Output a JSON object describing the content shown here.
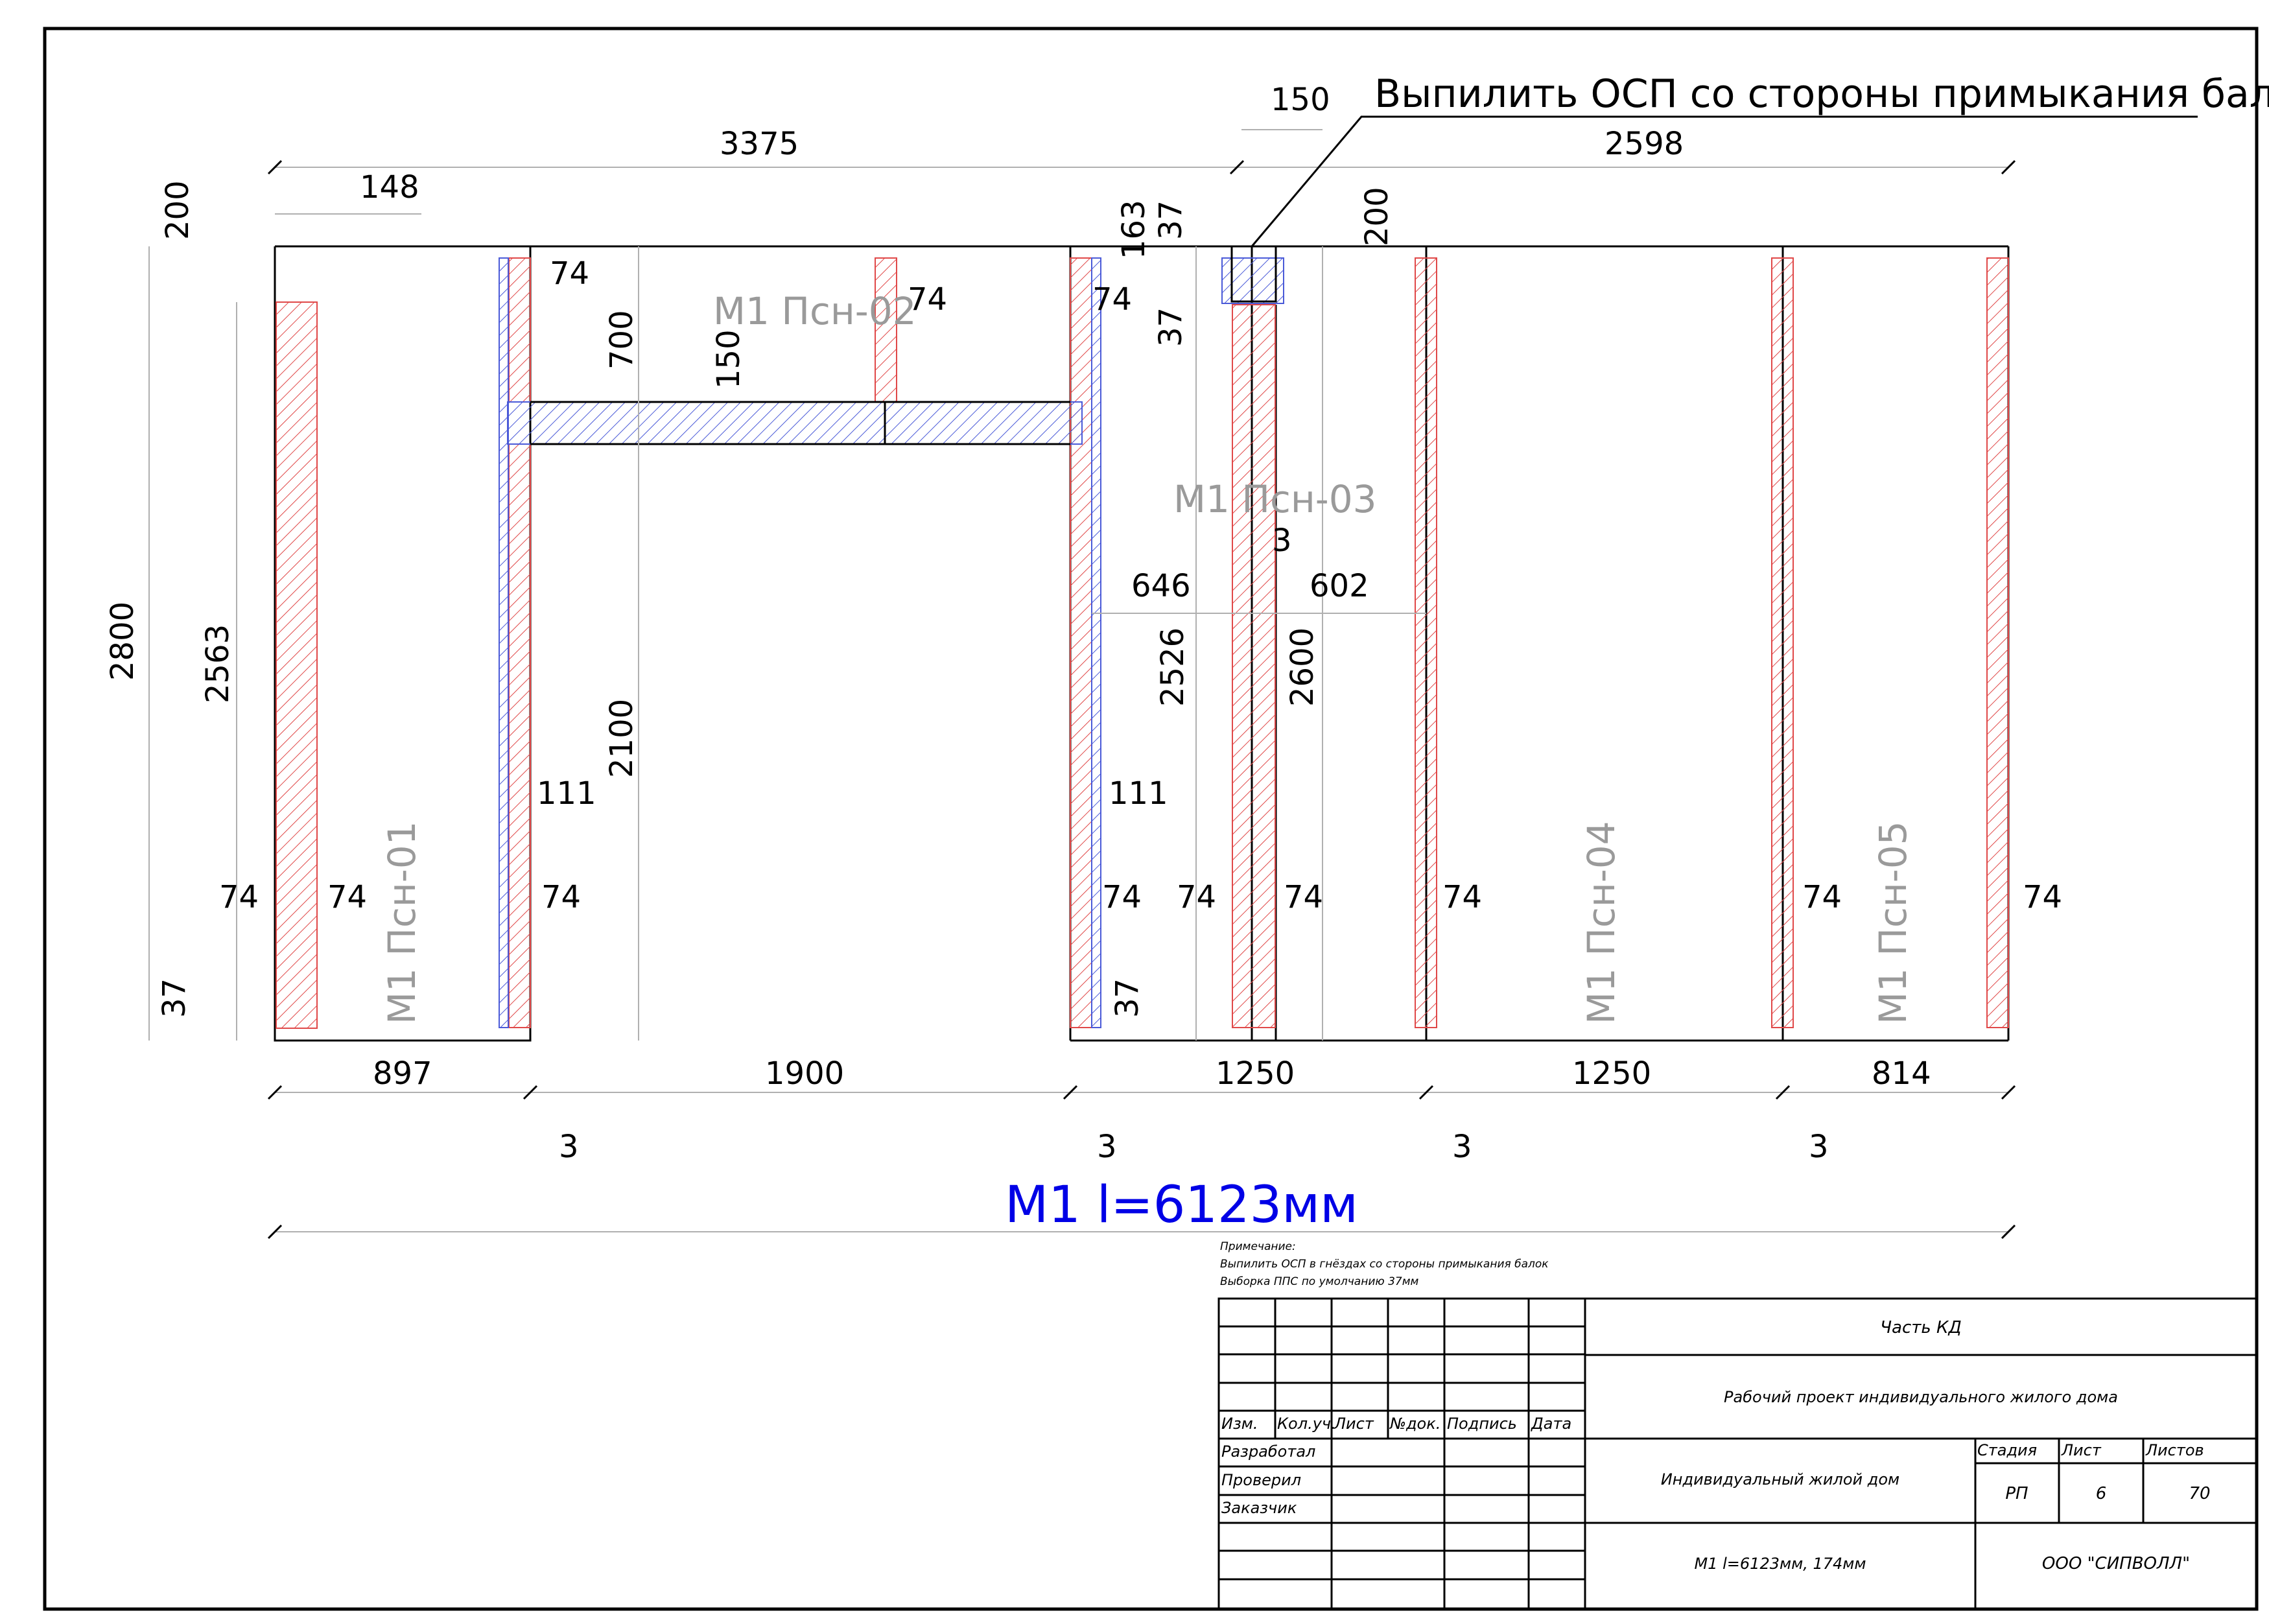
{
  "drawing": {
    "callout": "Выпилить ОСП со стороны примыкания балки",
    "title_length": "М1 l=6123мм",
    "panels": [
      "М1 Псн-01",
      "М1 Псн-02",
      "М1 Псн-03",
      "М1 Псн-04",
      "М1 Псн-05"
    ],
    "dims": {
      "top_total_left": "3375",
      "top_total_right": "2598",
      "top_150": "150",
      "top_148": "148",
      "left_200": "200",
      "left_2800": "2800",
      "left_2563": "2563",
      "left_37": "37",
      "d74": "74",
      "d700": "700",
      "d150": "150",
      "d2100": "2100",
      "d111": "111",
      "d163": "163",
      "d37": "37",
      "d200": "200",
      "d3": "3",
      "d646": "646",
      "d602": "602",
      "d2526": "2526",
      "d2600": "2600",
      "bottom": [
        "897",
        "1900",
        "1250",
        "1250",
        "814"
      ]
    },
    "notes": [
      "Примечание:",
      "Выпилить ОСП в гнёздах со стороны примыкания балок",
      "Выборка ППС по умолчанию 37мм"
    ]
  },
  "title_block": {
    "headers": [
      "Изм.",
      "Кол.уч.",
      "Лист",
      "№док.",
      "Подпись",
      "Дата"
    ],
    "roles": [
      "Разработал",
      "Проверил",
      "Заказчик"
    ],
    "part": "Часть КД",
    "project": "Рабочий проект индивидуального жилого дома",
    "object": "Индивидуальный жилой дом",
    "sheet_name": "М1 l=6123мм, 174мм",
    "company": "ООО \"СИПВОЛЛ\"",
    "stage_label": "Стадия",
    "sheet_label": "Лист",
    "sheets_label": "Листов",
    "stage": "РП",
    "sheet": "6",
    "sheets": "70"
  }
}
